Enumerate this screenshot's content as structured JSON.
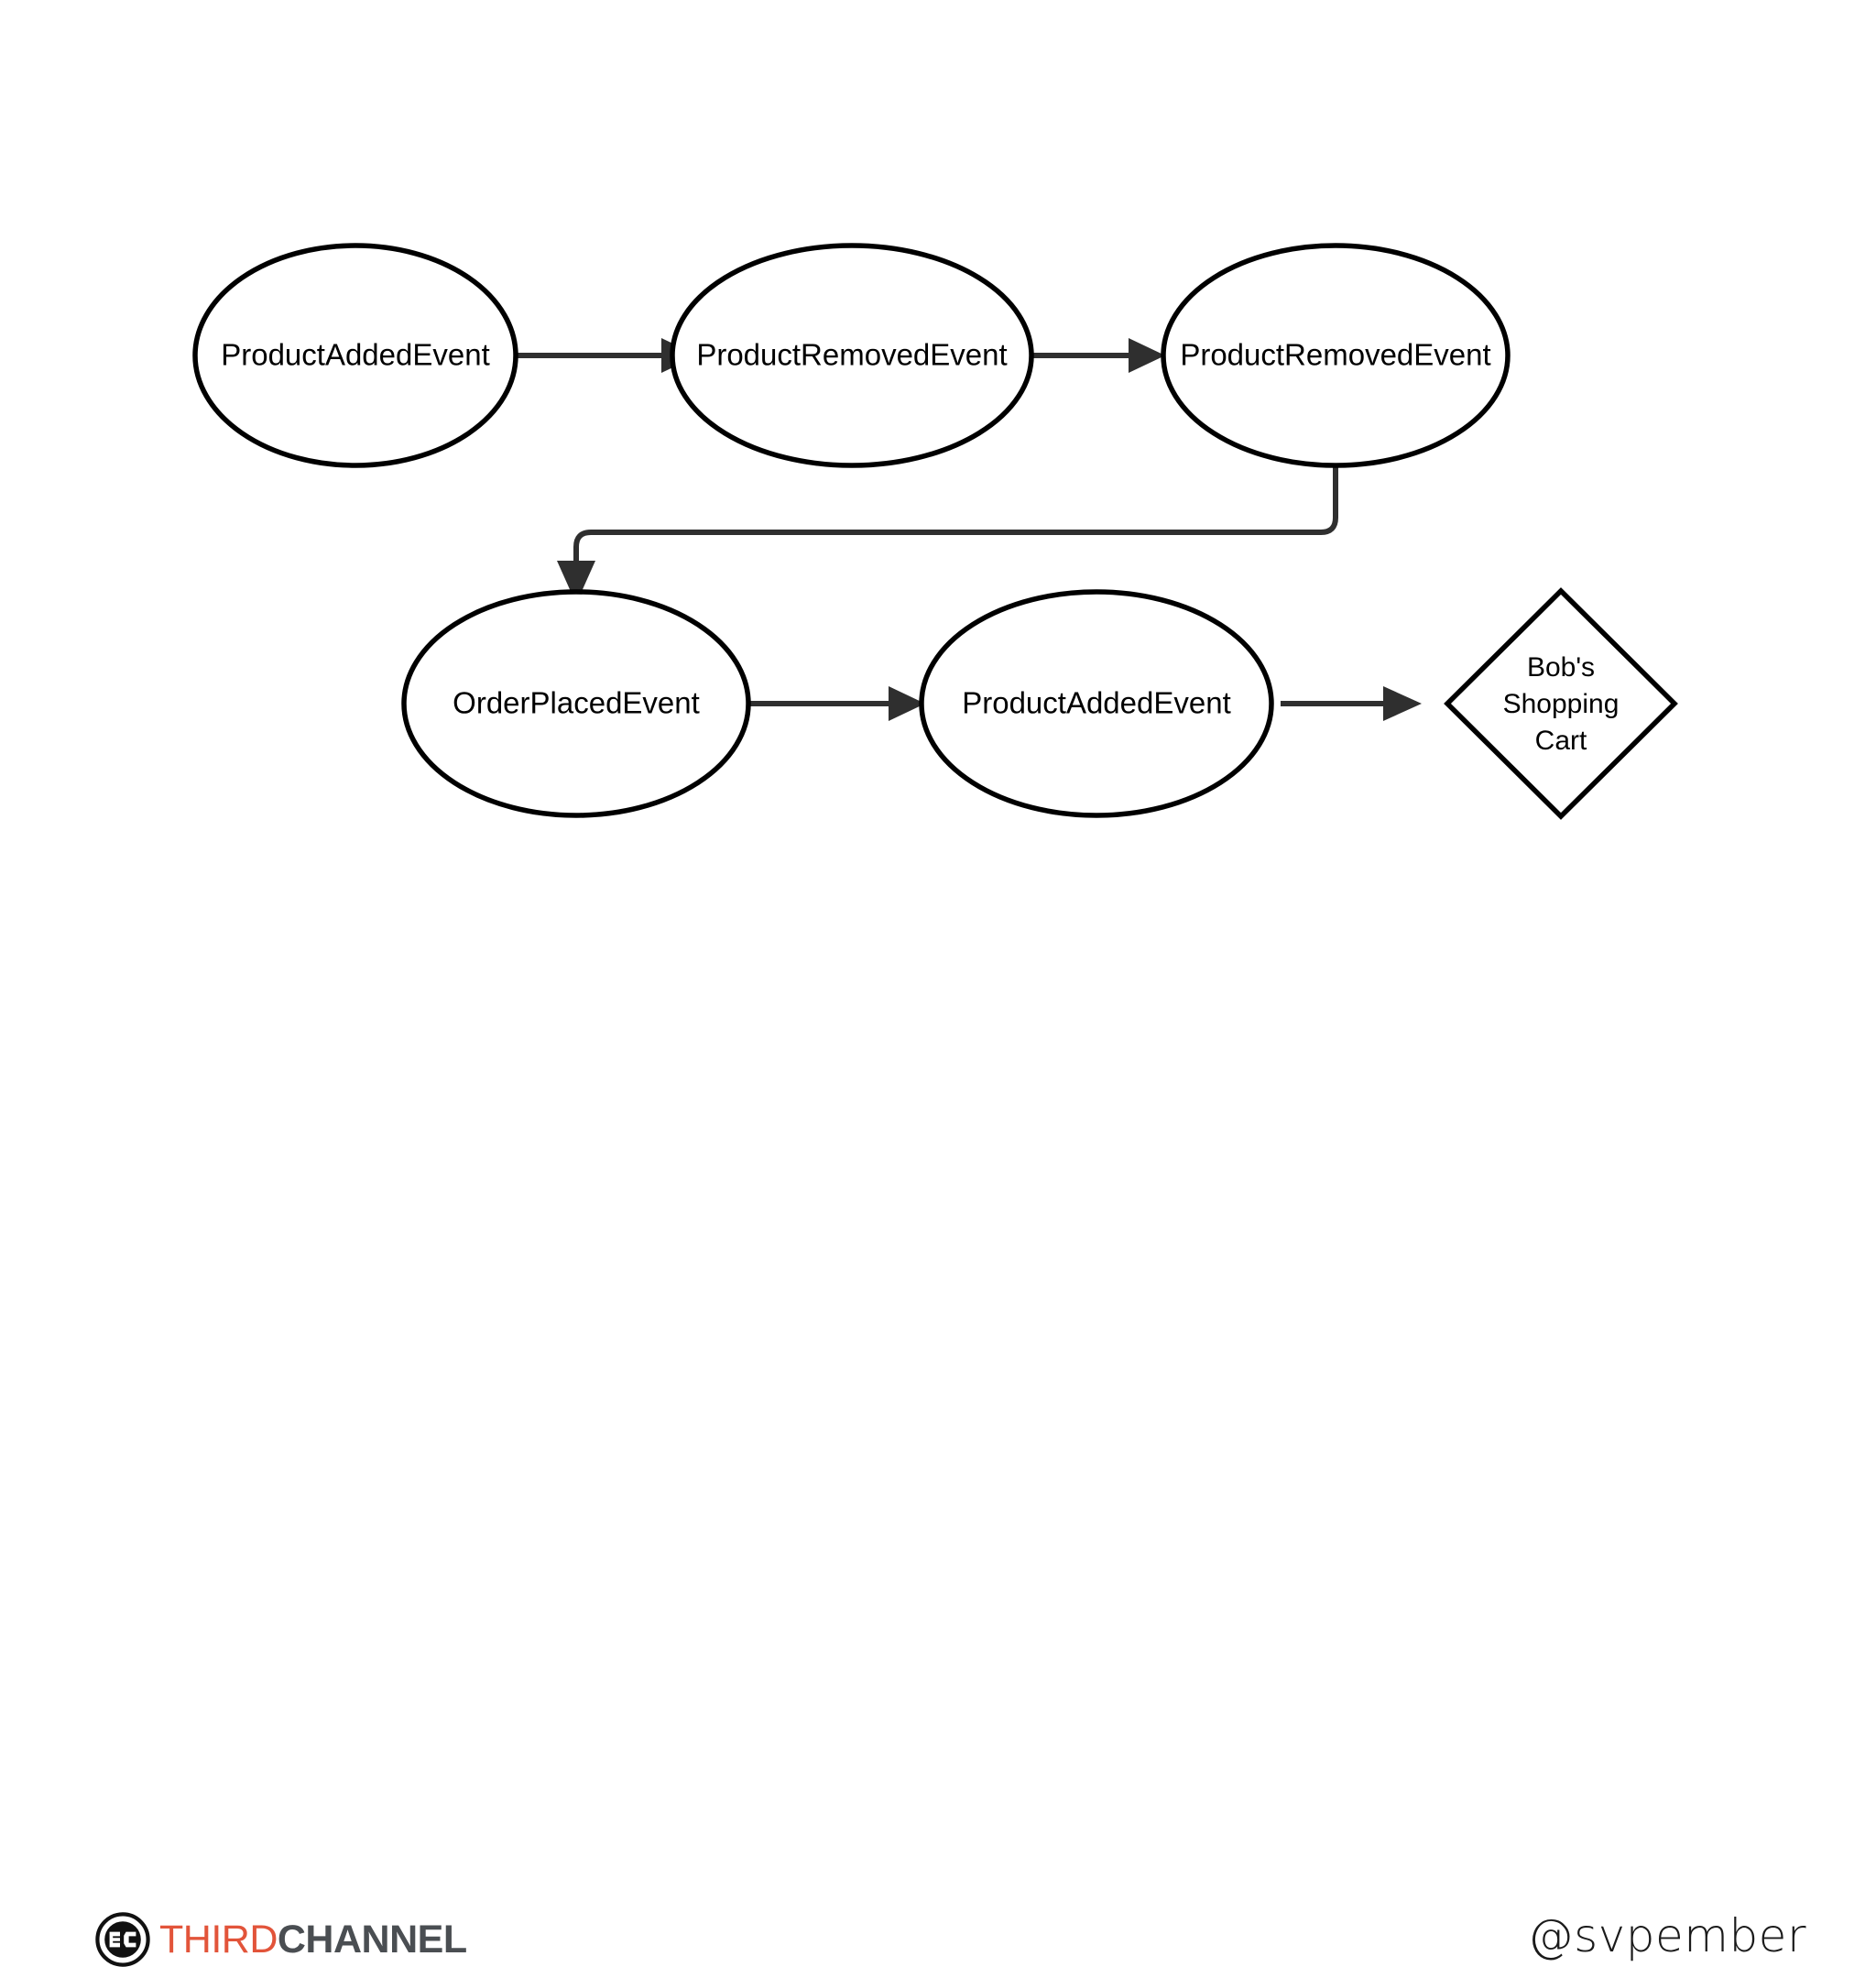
{
  "slide": {
    "background_color": "#ffffff",
    "ink_color": "#000000",
    "edge_color": "#2f2f2f"
  },
  "diagram": {
    "type": "flow",
    "orientation": "left-to-right, wrapped over two rows",
    "nodes": [
      {
        "id": "n1",
        "label": "ProductAddedEvent",
        "shape": "ellipse",
        "row": 1,
        "order": 1
      },
      {
        "id": "n2",
        "label": "ProductRemovedEvent",
        "shape": "ellipse",
        "row": 1,
        "order": 2
      },
      {
        "id": "n3",
        "label": "ProductRemovedEvent",
        "shape": "ellipse",
        "row": 1,
        "order": 3
      },
      {
        "id": "n4",
        "label": "OrderPlacedEvent",
        "shape": "ellipse",
        "row": 2,
        "order": 1
      },
      {
        "id": "n5",
        "label": "ProductAddedEvent",
        "shape": "ellipse",
        "row": 2,
        "order": 2
      },
      {
        "id": "n6",
        "label_lines": [
          "Bob's",
          "Shopping",
          "Cart"
        ],
        "shape": "diamond",
        "row": 2,
        "order": 3
      }
    ],
    "edges": [
      {
        "from": "n1",
        "to": "n2",
        "style": "straight",
        "arrow": "end"
      },
      {
        "from": "n2",
        "to": "n3",
        "style": "straight",
        "arrow": "end"
      },
      {
        "from": "n3",
        "to": "n4",
        "style": "elbow",
        "arrow": "end"
      },
      {
        "from": "n4",
        "to": "n5",
        "style": "straight",
        "arrow": "end"
      },
      {
        "from": "n5",
        "to": "n6",
        "style": "straight",
        "arrow": "end"
      }
    ]
  },
  "footer": {
    "logo": {
      "mark": "three-c-circle-logo",
      "word_first": "THIRD",
      "word_second": "CHANNEL",
      "color_first": "#e2543a",
      "color_second": "#4a4e52"
    },
    "handle": "@svpember"
  }
}
